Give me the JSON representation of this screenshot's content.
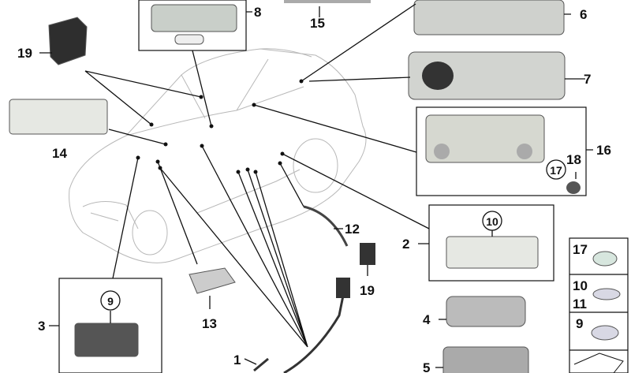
{
  "diagram": {
    "callouts": {
      "p19a": "19",
      "p14": "14",
      "p8": "8",
      "p15": "15",
      "p6": "6",
      "p7": "7",
      "p16": "16",
      "p17a": "17",
      "p18": "18",
      "p10a": "10",
      "p2": "2",
      "p12": "12",
      "p19b": "19",
      "p9a": "9",
      "p3": "3",
      "p13": "13",
      "p1": "1",
      "p4": "4",
      "p5": "5"
    },
    "bulb_table": {
      "row1": [
        "17"
      ],
      "row2": [
        "10",
        "11"
      ],
      "row3": [
        "9"
      ]
    },
    "colors": {
      "line": "#111111",
      "car": "#b8b8b8",
      "part_gray": "#c8cbc8",
      "part_dark": "#3a3a3a"
    }
  }
}
